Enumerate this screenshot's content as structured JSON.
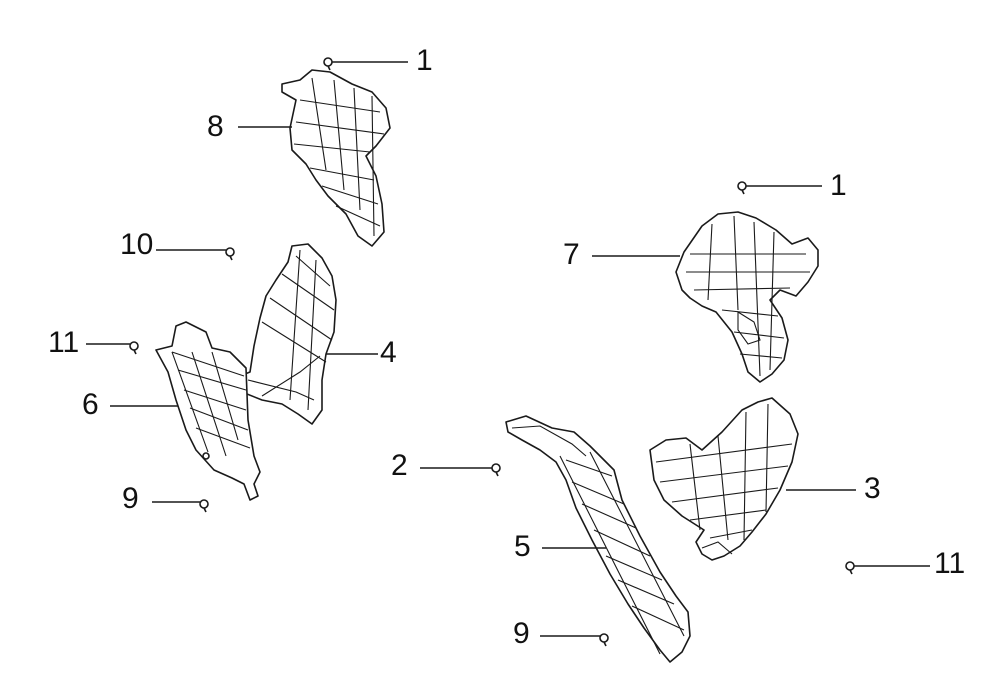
{
  "callouts": {
    "c1_top": "1",
    "c8": "8",
    "c1_right": "1",
    "c10": "10",
    "c7": "7",
    "c11_left": "11",
    "c4": "4",
    "c6": "6",
    "c2": "2",
    "c3": "3",
    "c9_left": "9",
    "c5": "5",
    "c11_right": "11",
    "c9_bottom": "9"
  },
  "colors": {
    "line": "#1a1a1a",
    "background": "#ffffff"
  }
}
